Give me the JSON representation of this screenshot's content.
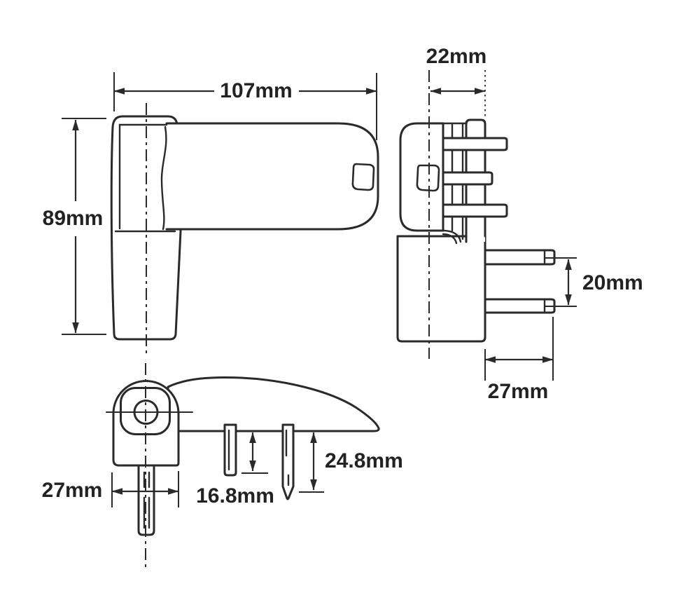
{
  "drawing": {
    "description": "Technical dimension drawing of a flag hinge shown in three orthographic views",
    "line_color": "#2a2a2a",
    "background_color": "#ffffff",
    "dimensions": {
      "front_width": "107mm",
      "front_height": "89mm",
      "side_depth": "22mm",
      "side_pin_spacing": "20mm",
      "side_pin_length": "27mm",
      "bottom_block_width": "27mm",
      "bottom_short_pin_length": "16.8mm",
      "bottom_long_pin_length": "24.8mm"
    }
  }
}
